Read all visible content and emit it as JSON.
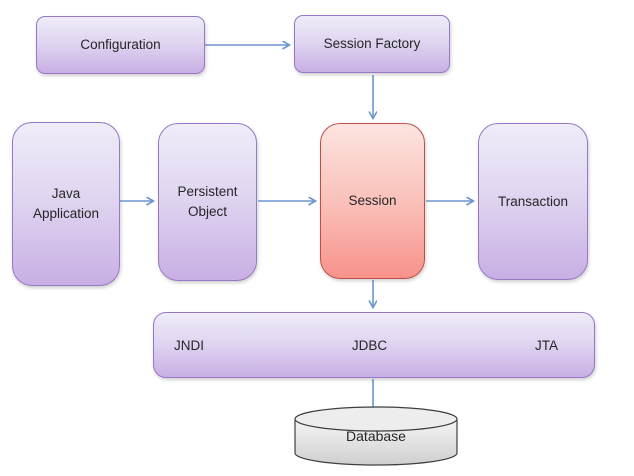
{
  "nodes": {
    "configuration": {
      "label": "Configuration"
    },
    "session_factory": {
      "label": "Session Factory"
    },
    "java_application": {
      "label": "Java Application"
    },
    "persistent_object": {
      "label": "Persistent Object"
    },
    "session": {
      "label": "Session"
    },
    "transaction": {
      "label": "Transaction"
    },
    "middleware": {
      "items": [
        {
          "label": "JNDI"
        },
        {
          "label": "JDBC"
        },
        {
          "label": "JTA"
        }
      ]
    },
    "database": {
      "label": "Database"
    }
  },
  "edges": [
    {
      "from": "configuration",
      "to": "session_factory"
    },
    {
      "from": "session_factory",
      "to": "session"
    },
    {
      "from": "java_application",
      "to": "persistent_object"
    },
    {
      "from": "persistent_object",
      "to": "session"
    },
    {
      "from": "session",
      "to": "transaction"
    },
    {
      "from": "session",
      "to": "middleware"
    },
    {
      "from": "middleware",
      "to": "database"
    }
  ],
  "colors": {
    "purple_border": "#9678c4",
    "purple_top": "#f0ecf9",
    "purple_mid": "#e0d6f1",
    "purple_bottom": "#c8afe4",
    "pink_border": "#bf4e49",
    "pink_top": "#fce4e0",
    "pink_mid": "#fac0b9",
    "pink_bottom": "#f7928b",
    "arrow": "#6b96cf",
    "cyl_border": "#3f3f3f",
    "cyl_top": "#ededed",
    "cyl_body_top": "#f6f6f6",
    "cyl_body_bottom": "#cfcfcf",
    "text": "#262626",
    "bg": "#ffffff"
  }
}
